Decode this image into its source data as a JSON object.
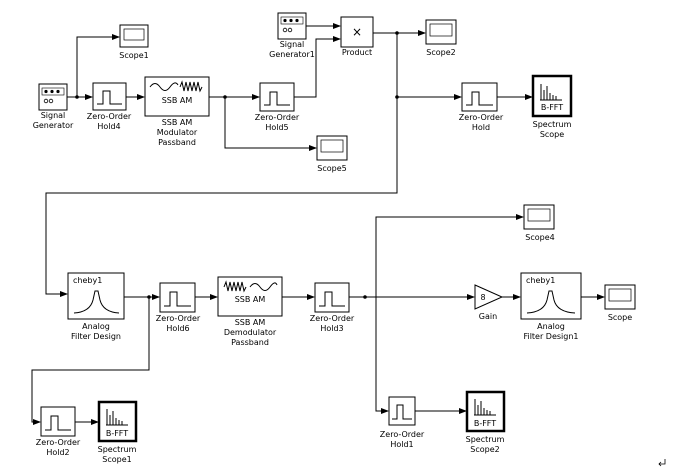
{
  "blocks": {
    "signal_generator": [
      "Signal",
      "Generator"
    ],
    "scope1": [
      "Scope1"
    ],
    "zoh4": [
      "Zero-Order",
      "Hold4"
    ],
    "ssb_mod": [
      "SSB AM",
      "Modulator",
      "Passband"
    ],
    "ssb_mod_inner": "SSB AM",
    "signal_generator1": [
      "Signal",
      "Generator1"
    ],
    "product": [
      "Product"
    ],
    "product_symbol": "×",
    "scope2": [
      "Scope2"
    ],
    "zoh5": [
      "Zero-Order",
      "Hold5"
    ],
    "scope5": [
      "Scope5"
    ],
    "zoh": [
      "Zero-Order",
      "Hold"
    ],
    "spectrum_scope": [
      "Spectrum",
      "Scope"
    ],
    "bfft": "B-FFT",
    "analog_filter": [
      "Analog",
      "Filter Design"
    ],
    "cheby_inner": "cheby1",
    "zoh6": [
      "Zero-Order",
      "Hold6"
    ],
    "ssb_demod": [
      "SSB AM",
      "Demodulator",
      "Passband"
    ],
    "ssb_demod_inner": "SSB AM",
    "zoh3": [
      "Zero-Order",
      "Hold3"
    ],
    "scope4": [
      "Scope4"
    ],
    "gain": [
      "Gain"
    ],
    "gain_symbol": "8",
    "analog_filter1": [
      "Analog",
      "Filter Design1"
    ],
    "scope": [
      "Scope"
    ],
    "zoh2": [
      "Zero-Order",
      "Hold2"
    ],
    "spectrum_scope1": [
      "Spectrum",
      "Scope1"
    ],
    "zoh1": [
      "Zero-Order",
      "Hold1"
    ],
    "spectrum_scope2": [
      "Spectrum",
      "Scope2"
    ]
  }
}
